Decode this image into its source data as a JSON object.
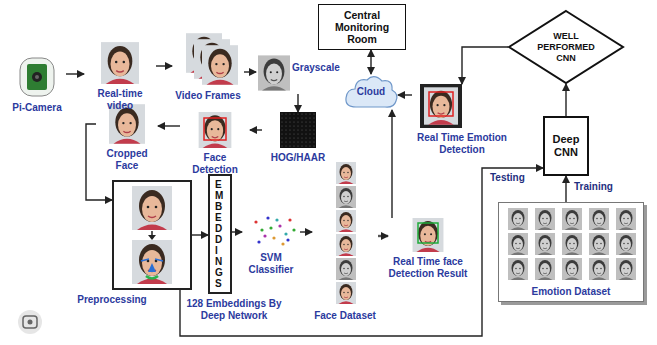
{
  "diagram": {
    "nodes": [
      {
        "text": [
          "Pi-Camera"
        ]
      },
      {
        "text": [
          "Real-time video"
        ]
      },
      {
        "text": [
          "Video Frames"
        ]
      },
      {
        "text": [
          "Grayscale"
        ]
      },
      {
        "text": [
          "HOG/HAAR"
        ]
      },
      {
        "text": [
          "Face Detection"
        ]
      },
      {
        "text": [
          "Cropped Face"
        ]
      },
      {
        "text": [
          "Preprocessing"
        ]
      },
      {
        "text": [
          "EMBEDDINGS"
        ]
      },
      {
        "text": [
          "SVM Classifier"
        ]
      },
      {
        "text": [
          "Face Dataset"
        ]
      },
      {
        "text": [
          "Real Time face Detection Result"
        ]
      },
      {
        "text": [
          "Cloud"
        ]
      },
      {
        "text": [
          "Central Monitoring Room"
        ]
      },
      {
        "text": [
          "Real Time Emotion Detection"
        ]
      },
      {
        "text": [
          "WELL PERFORMED CNN"
        ]
      },
      {
        "text": [
          "Deep CNN"
        ]
      },
      {
        "text": [
          "Emotion Dataset"
        ]
      }
    ],
    "edges": [
      {
        "from": 0,
        "to": 1,
        "arrow": "to"
      },
      {
        "from": 1,
        "to": 2,
        "arrow": "to"
      },
      {
        "from": 2,
        "to": 3,
        "arrow": "to"
      },
      {
        "from": 3,
        "to": 4,
        "arrow": "to"
      },
      {
        "from": 4,
        "to": 5,
        "arrow": "to"
      },
      {
        "from": 5,
        "to": 6,
        "arrow": "to"
      },
      {
        "from": 6,
        "to": 7,
        "arrow": "to"
      },
      {
        "from": 7,
        "to": 8,
        "arrow": "to"
      },
      {
        "from": 8,
        "to": 9,
        "arrow": "to"
      },
      {
        "from": 9,
        "to": 10,
        "arrow": "to"
      },
      {
        "from": 10,
        "to": 11,
        "arrow": "to"
      },
      {
        "from": 11,
        "to": 12,
        "arrow": "to"
      },
      {
        "from": 12,
        "to": 13,
        "arrow": "both"
      },
      {
        "from": 14,
        "to": 12,
        "arrow": "to"
      },
      {
        "from": 15,
        "to": 14,
        "arrow": "to"
      },
      {
        "from": 16,
        "to": 15,
        "arrow": "to"
      },
      {
        "from": 17,
        "to": 16,
        "label": "Training",
        "arrow": "to"
      },
      {
        "from": 7,
        "to": 16,
        "label": "Testing",
        "arrow": "to"
      }
    ],
    "labels": [
      "128 Embeddings By Deep Network"
    ]
  }
}
